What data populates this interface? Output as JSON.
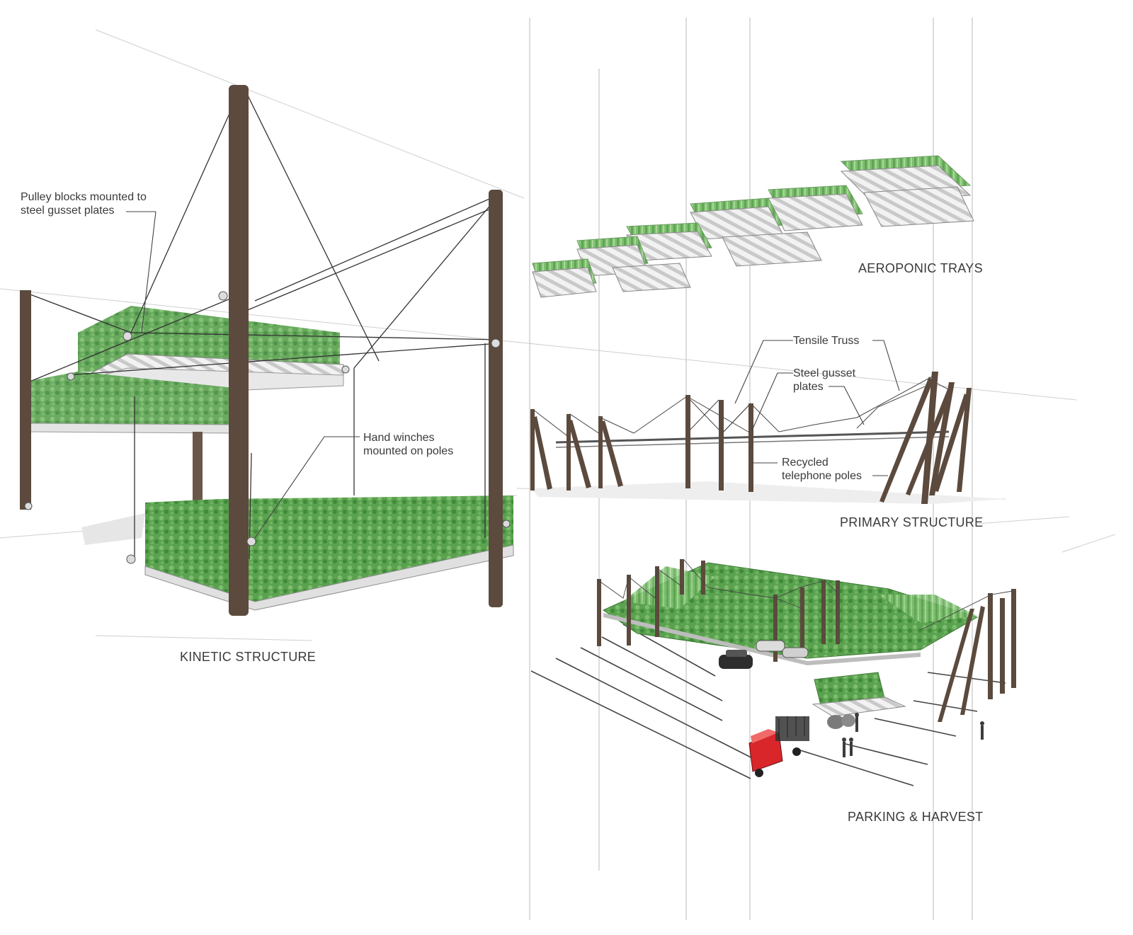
{
  "annotations": {
    "pulley": {
      "line1": "Pulley blocks mounted to",
      "line2": "steel gusset plates"
    },
    "winches": {
      "line1": "Hand winches",
      "line2": "mounted on poles"
    },
    "truss": "Tensile Truss",
    "gusset": {
      "line1": "Steel gusset",
      "line2": "plates"
    },
    "poles": {
      "line1": "Recycled",
      "line2": "telephone poles"
    }
  },
  "section_titles": {
    "kinetic": "KINETIC STRUCTURE",
    "trays": "AEROPONIC TRAYS",
    "primary": "PRIMARY STRUCTURE",
    "parking": "PARKING & HARVEST"
  },
  "colors": {
    "pole": "#5b4a3d",
    "plant_green": "#4e9a45",
    "plant_light": "#8cc47e",
    "tray_grey": "#e4e4e4",
    "line": "#555555",
    "truck_red": "#d8262a"
  }
}
